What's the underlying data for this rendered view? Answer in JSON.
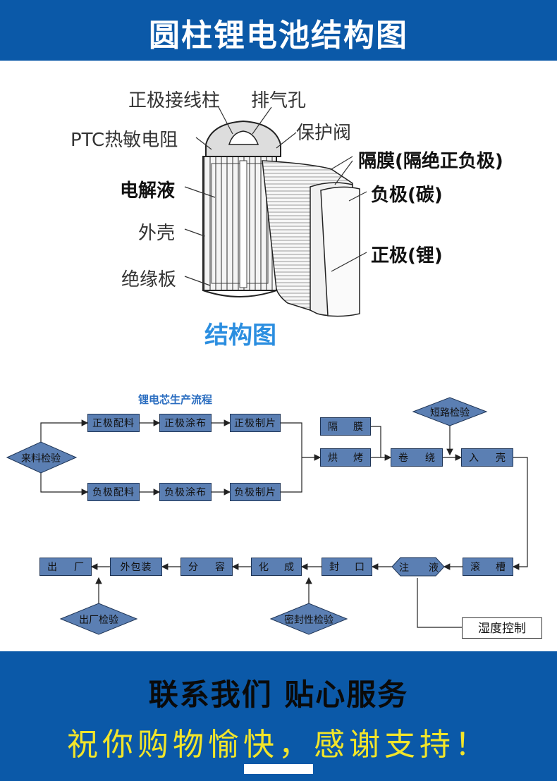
{
  "header": {
    "title": "圆柱锂电池结构图"
  },
  "structure": {
    "labels": {
      "positive_terminal": "正极接线柱",
      "vent": "排气孔",
      "ptc": "PTC热敏电阻",
      "safety_valve": "保护阀",
      "separator": "隔膜(隔绝正负极)",
      "electrolyte": "电解液",
      "negative": "负极(碳)",
      "case": "外壳",
      "positive": "正极(锂)",
      "insulator": "绝缘板"
    },
    "caption": "结构图"
  },
  "flow": {
    "title": "锂电芯生产流程",
    "nodes": {
      "incoming_inspection": "来料检验",
      "pos_mix": "正极配料",
      "pos_coat": "正极涂布",
      "pos_sheet": "正极制片",
      "neg_mix": "负极配料",
      "neg_coat": "负极涂布",
      "neg_sheet": "负极制片",
      "separator": [
        "隔",
        "膜"
      ],
      "baking": [
        "烘",
        "烤"
      ],
      "winding": [
        "卷",
        "绕"
      ],
      "short_check": "短路检验",
      "casing": [
        "入",
        "壳"
      ],
      "grooving": [
        "滚",
        "槽"
      ],
      "filling": [
        "注",
        "液"
      ],
      "sealing": [
        "封",
        "口"
      ],
      "formation": [
        "化",
        "成"
      ],
      "grading": [
        "分",
        "容"
      ],
      "packaging": "外包装",
      "shipping": [
        "出",
        "厂"
      ],
      "shipping_check": "出厂检验",
      "seal_check": "密封性检验",
      "humidity": "湿度控制"
    }
  },
  "footer": {
    "contact": "联系我们 贴心服务",
    "thanks": "祝你购物愉快，感谢支持！"
  },
  "colors": {
    "banner": "#0b59a8",
    "box": "#5b7fb3",
    "caption": "#2b8ee0",
    "thanks": "#f2e52a"
  }
}
